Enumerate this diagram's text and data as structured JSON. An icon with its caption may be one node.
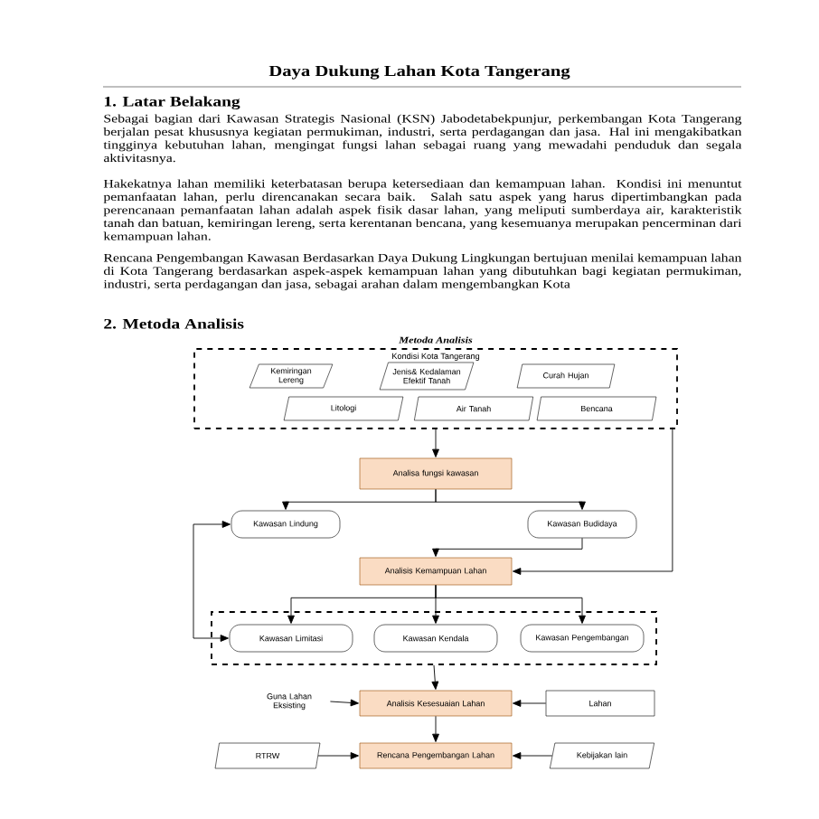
{
  "diagram": {
    "title": "Daya Dukung Lahan Kota Tangerang",
    "nodes": [
      {
        "text": [
          "Kondisi Kota Tangerang"
        ]
      },
      {
        "text": [
          "Kemiringan Lereng"
        ],
        "in": 0
      },
      {
        "text": [
          "Jenis& Kedalaman Efektif Tanah"
        ],
        "in": 0
      },
      {
        "text": [
          "Curah Hujan"
        ],
        "in": 0
      },
      {
        "text": [
          "Litologi"
        ],
        "in": 0
      },
      {
        "text": [
          "Air Tanah"
        ],
        "in": 0
      },
      {
        "text": [
          "Bencana"
        ],
        "in": 0
      },
      {
        "text": [
          "Analisa fungsi kawasan"
        ]
      },
      {
        "text": [
          "Kawasan Lindung"
        ]
      },
      {
        "text": [
          "Kawasan Budidaya"
        ]
      },
      {
        "text": [
          "Analisis Kemampuan Lahan"
        ]
      },
      {
        "text": [],
        "shape": "box"
      },
      {
        "text": [
          "Kawasan Limitasi"
        ],
        "in": 11
      },
      {
        "text": [
          "Kawasan Kendala"
        ],
        "in": 11
      },
      {
        "text": [
          "Kawasan Pengembangan"
        ],
        "in": 11
      },
      {
        "text": [
          "Analisis Kesesuaian Lahan"
        ]
      },
      {
        "text": [
          "Guna Lahan Eksisting"
        ]
      },
      {
        "text": [
          "Lahan"
        ]
      },
      {
        "text": [
          "Rencana Pengembangan Lahan"
        ]
      },
      {
        "text": [
          "RTRW"
        ]
      },
      {
        "text": [
          "Kebijakan lain"
        ]
      }
    ],
    "edges": [
      {
        "from": 0,
        "to": 7,
        "arrow": "to"
      },
      {
        "from": 0,
        "to": 10,
        "arrow": "to"
      },
      {
        "from": 7,
        "to": 8,
        "arrow": "to"
      },
      {
        "from": 7,
        "to": 9,
        "arrow": "to"
      },
      {
        "from": 9,
        "to": 10,
        "arrow": "to"
      },
      {
        "from": 8,
        "to": 12,
        "arrow": "both"
      },
      {
        "from": 10,
        "to": 12,
        "arrow": "to"
      },
      {
        "from": 10,
        "to": 13,
        "arrow": "to"
      },
      {
        "from": 10,
        "to": 14,
        "arrow": "to"
      },
      {
        "from": 11,
        "to": 15,
        "arrow": "to"
      },
      {
        "from": 16,
        "to": 15,
        "arrow": "to"
      },
      {
        "from": 17,
        "to": 15,
        "arrow": "to"
      },
      {
        "from": 15,
        "to": 18,
        "arrow": "to"
      },
      {
        "from": 19,
        "to": 18,
        "arrow": "to"
      },
      {
        "from": 20,
        "to": 18,
        "arrow": "to"
      }
    ],
    "labels": [
      "1.   Latar Belakang",
      "Sebagai bagian dari Kawasan Strategis Nasional (KSN) Jabodetabekpunjur, perkembangan Kota Tangerang berjalan pesat khususnya kegiatan permukiman, industri, serta perdagangan dan jasa. Hal ini mengakibatkan tingginya kebutuhan lahan, mengingat fungsi lahan sebagai ruang yang mewadahi penduduk dan segala aktivitasnya.",
      "Hakekatnya lahan memiliki keterbatasan berupa ketersediaan dan kemampuan lahan. Kondisi ini menuntut pemanfaatan lahan, perlu direncanakan secara baik. Salah satu aspek yang harus dipertimbangkan pada perencanaan pemanfaatan lahan adalah aspek fisik dasar lahan, yang meliputi sumberdaya air, karakteristik tanah dan batuan, kemiringan lereng, serta kerentanan bencana, yang kesemuanya merupakan pencerminan dari kemampuan lahan.",
      "Rencana Pengembangan Kawasan Berdasarkan Daya Dukung Lingkungan bertujuan menilai kemampuan lahan di Kota Tangerang berdasarkan aspek-aspek kemampuan lahan yang dibutuhkan bagi kegiatan permukiman, industri, serta perdagangan dan jasa, sebagai arahan dalam mengembangkan Kota",
      "2.   Metoda Analisis",
      "Metoda Analisis"
    ]
  }
}
